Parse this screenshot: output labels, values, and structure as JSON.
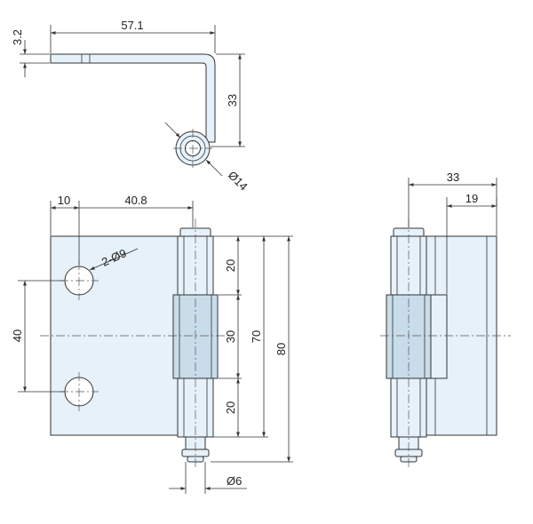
{
  "drawing": {
    "top_view": {
      "width_label": "57.1",
      "thickness_label": "3.2",
      "height_label": "33",
      "knuckle_diameter_label": "Ø14"
    },
    "front_view": {
      "hole_offset_label": "10",
      "pin_offset_label": "40.8",
      "hole_label": "2-Ø9",
      "hole_pitch_label": "40",
      "upper_knuckle_label": "20",
      "middle_knuckle_label": "30",
      "lower_knuckle_label": "20",
      "knuckles_total_label": "70",
      "overall_label": "80",
      "pin_diameter_label": "Ø6"
    },
    "side_view": {
      "overall_width_label": "33",
      "leaf_width_label": "19"
    }
  }
}
